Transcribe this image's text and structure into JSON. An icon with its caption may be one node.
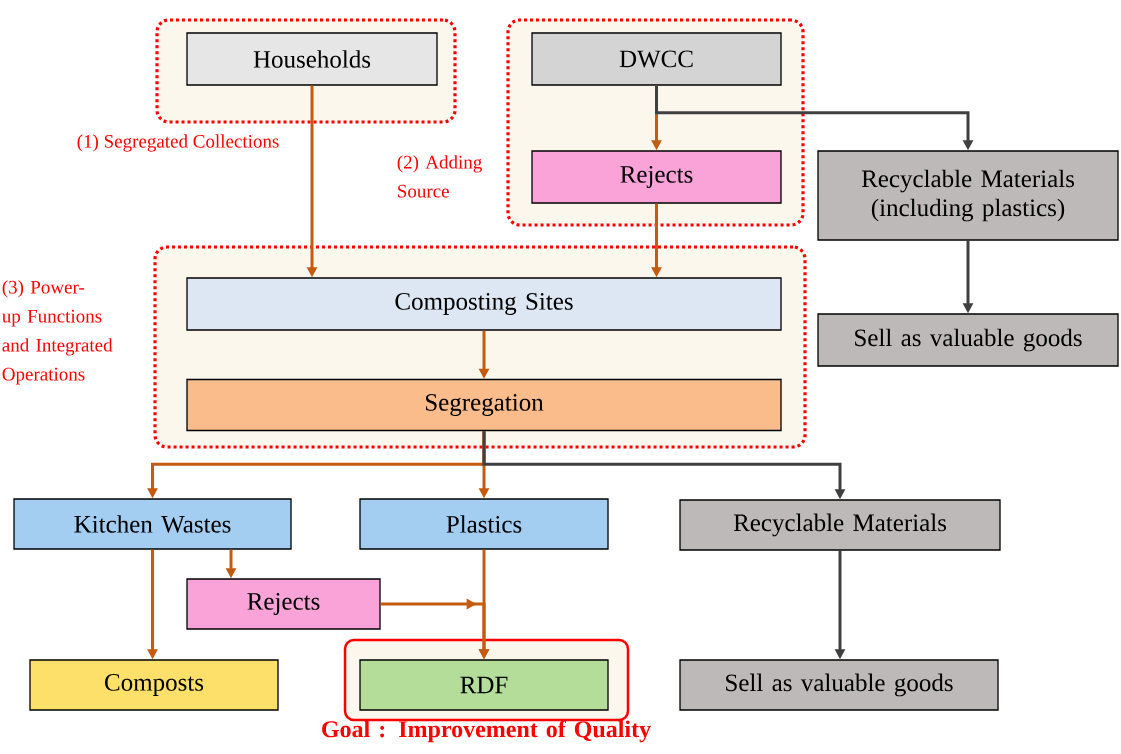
{
  "diagram": {
    "nodes": [
      {
        "text": [],
        "shape": "box"
      },
      {
        "text": [
          "Households"
        ],
        "in": 0
      },
      {
        "text": [
          "(2) Adding Source"
        ]
      },
      {
        "text": [
          "DWCC"
        ],
        "in": 2
      },
      {
        "text": [
          "Rejects"
        ],
        "in": 2
      },
      {
        "text": [
          "Recyclable Materials (including plastics)"
        ]
      },
      {
        "text": [
          "Sell as valuable goods"
        ]
      },
      {
        "text": [
          "(3) Power-up Functions and Integrated Operations"
        ]
      },
      {
        "text": [
          "Composting Sites"
        ],
        "in": 7
      },
      {
        "text": [
          "Segregation"
        ],
        "in": 7
      },
      {
        "text": [
          "Kitchen Wastes"
        ]
      },
      {
        "text": [
          "Plastics"
        ]
      },
      {
        "text": [
          "Recyclable Materials"
        ]
      },
      {
        "text": [
          "Rejects"
        ]
      },
      {
        "text": [
          "Composts"
        ]
      },
      {
        "text": [
          "Goal : Improvement of Quality"
        ]
      },
      {
        "text": [
          "RDF"
        ],
        "in": 15
      },
      {
        "text": [
          "Sell as valuable goods"
        ]
      }
    ],
    "edges": [
      {
        "from": 1,
        "to": 8,
        "arrow": "to",
        "label": "(1) Segregated Collections"
      },
      {
        "from": 3,
        "to": 4,
        "arrow": "to"
      },
      {
        "from": 3,
        "to": 5,
        "arrow": "to",
        "color": "#404040"
      },
      {
        "from": 5,
        "to": 6,
        "arrow": "to",
        "color": "#404040"
      },
      {
        "from": 4,
        "to": 8,
        "arrow": "to"
      },
      {
        "from": 8,
        "to": 9,
        "arrow": "to"
      },
      {
        "from": 9,
        "to": 10,
        "arrow": "to"
      },
      {
        "from": 9,
        "to": 11,
        "arrow": "to"
      },
      {
        "from": 9,
        "to": 12,
        "arrow": "to",
        "color": "#404040"
      },
      {
        "from": 10,
        "to": 13,
        "arrow": "to"
      },
      {
        "from": 10,
        "to": 14,
        "arrow": "to"
      },
      {
        "from": 11,
        "to": 16,
        "arrow": "to"
      },
      {
        "from": 13,
        "to": 16,
        "arrow": "to"
      },
      {
        "from": 12,
        "to": 17,
        "arrow": "to",
        "color": "#404040"
      }
    ]
  }
}
